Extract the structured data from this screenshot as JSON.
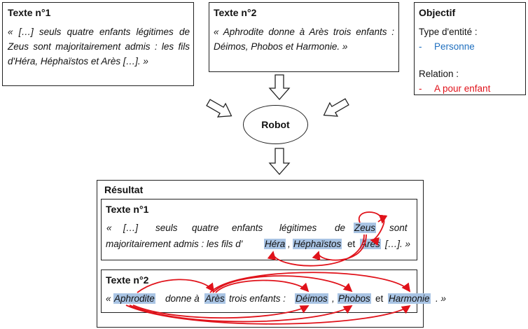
{
  "text1": {
    "title": "Texte n°1",
    "body": "« […] seuls quatre enfants légitimes de Zeus sont majoritairement admis : les fils d'Héra, Héphaïstos et Arès […]. »"
  },
  "text2": {
    "title": "Texte n°2",
    "body": "« Aphrodite donne à Arès trois enfants : Déimos, Phobos et Harmonie. »"
  },
  "objective": {
    "title": "Objectif",
    "entity_label": "Type d'entité :",
    "entity_dash": "-",
    "entity_value": "Personne",
    "entity_color": "#1f6fbf",
    "relation_label": "Relation :",
    "relation_dash": "-",
    "relation_value": "A pour enfant",
    "relation_color": "#e0121a"
  },
  "robot": {
    "label": "Robot"
  },
  "result": {
    "title": "Résultat",
    "text1": {
      "title": "Texte n°1",
      "l1_a": "«",
      "l1_b": "[…]",
      "l1_c": "seuls",
      "l1_d": "quatre",
      "l1_e": "enfants",
      "l1_f": "légitimes",
      "l1_g": "de",
      "l1_zeus": "Zeus",
      "l1_h": "sont",
      "l2_a": "majoritairement admis : les fils d'",
      "l2_hera": "Héra",
      "l2_comma": ",",
      "l2_heph": "Héphaïstos",
      "l2_et": "et",
      "l2_ares": "Arès",
      "l2_end": "[…]. »"
    },
    "text2": {
      "title": "Texte n°2",
      "q_open": "«",
      "aphrodite": "Aphrodite",
      "donne": "donne à",
      "ares": "Arès",
      "trois": "trois enfants :",
      "deimos": "Déimos",
      "comma": ",",
      "phobos": "Phobos",
      "et": "et",
      "harmonie": "Harmonie",
      "q_close": ". »"
    }
  },
  "colors": {
    "highlight": "#a9c4e4",
    "arrow_red": "#e0121a"
  }
}
